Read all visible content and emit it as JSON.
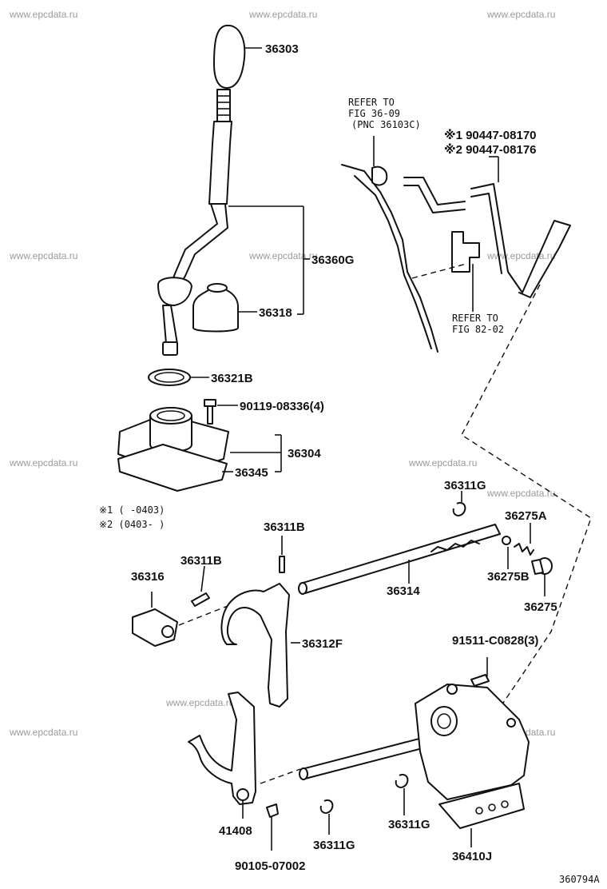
{
  "watermark": "www.epcdata.ru",
  "figure_code": "360794A",
  "notes": {
    "ref_fig_36_09": [
      "REFER TO",
      "FIG 36-09",
      "(PNC 36103C)"
    ],
    "ref_fig_82_02": [
      "REFER TO",
      "FIG 82-02"
    ],
    "footnote_1": "※1 (     -0403)",
    "footnote_2": "※2 (0403-      )"
  },
  "parts": {
    "p36303": "36303",
    "p36360G": "36360G",
    "p36318": "36318",
    "p36321B": "36321B",
    "p90119": "90119-08336(4)",
    "p36304": "36304",
    "p36345": "36345",
    "p90447_1": "※1 90447-08170",
    "p90447_2": "※2 90447-08176",
    "p36311G_top": "36311G",
    "p36275A": "36275A",
    "p36275B": "36275B",
    "p36275": "36275",
    "p36311B_a": "36311B",
    "p36311B_b": "36311B",
    "p36316": "36316",
    "p36314": "36314",
    "p36312F": "36312F",
    "p91511": "91511-C0828(3)",
    "p41408": "41408",
    "p36311G_mid": "36311G",
    "p36311G_right": "36311G",
    "p36410J": "36410J",
    "p90105": "90105-07002"
  }
}
